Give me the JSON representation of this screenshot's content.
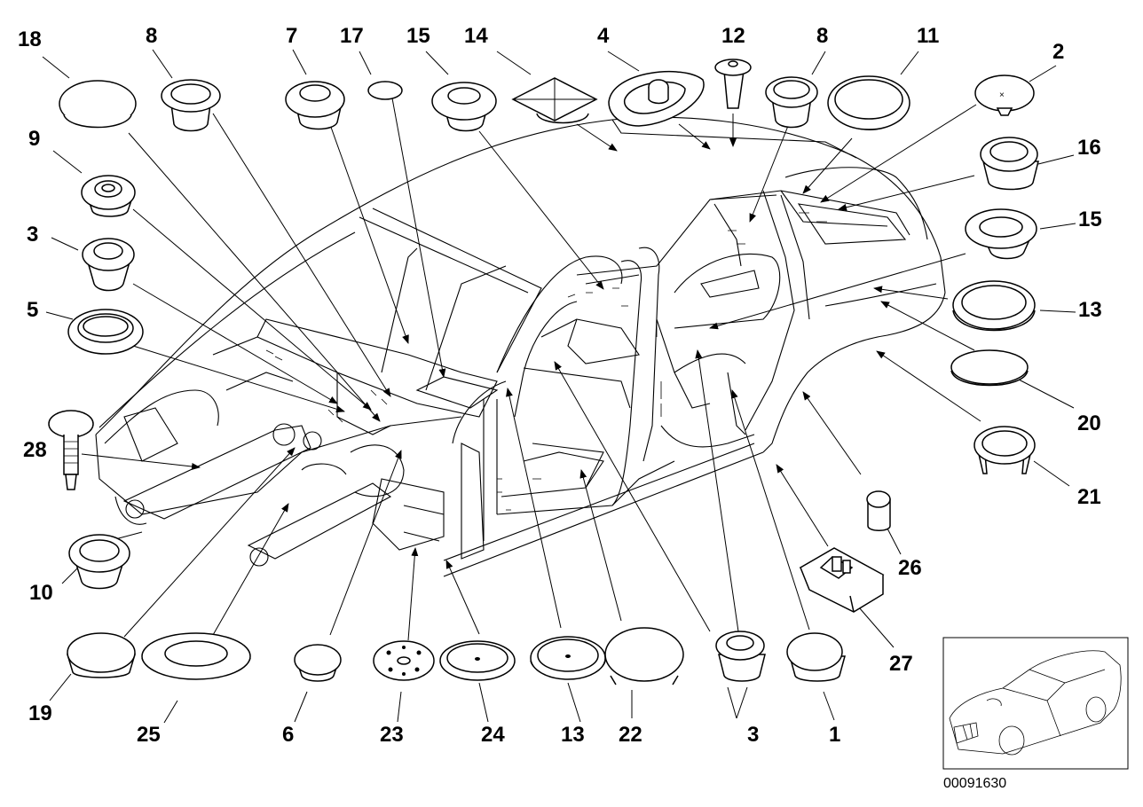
{
  "part_labels": {
    "l18": "18",
    "l8a": "8",
    "l7": "7",
    "l17": "17",
    "l15a": "15",
    "l14": "14",
    "l4": "4",
    "l12": "12",
    "l8b": "8",
    "l11": "11",
    "l2": "2",
    "l9": "9",
    "l16": "16",
    "l3a": "3",
    "l15b": "15",
    "l5": "5",
    "l13a": "13",
    "l20": "20",
    "l28": "28",
    "l21": "21",
    "l26": "26",
    "l10": "10",
    "l27": "27",
    "l19": "19",
    "l25": "25",
    "l6": "6",
    "l23": "23",
    "l24": "24",
    "l13b": "13",
    "l22": "22",
    "l3b": "3",
    "l1": "1"
  },
  "catalog_number": "00091630",
  "thumbnail": "car-thumbnail"
}
